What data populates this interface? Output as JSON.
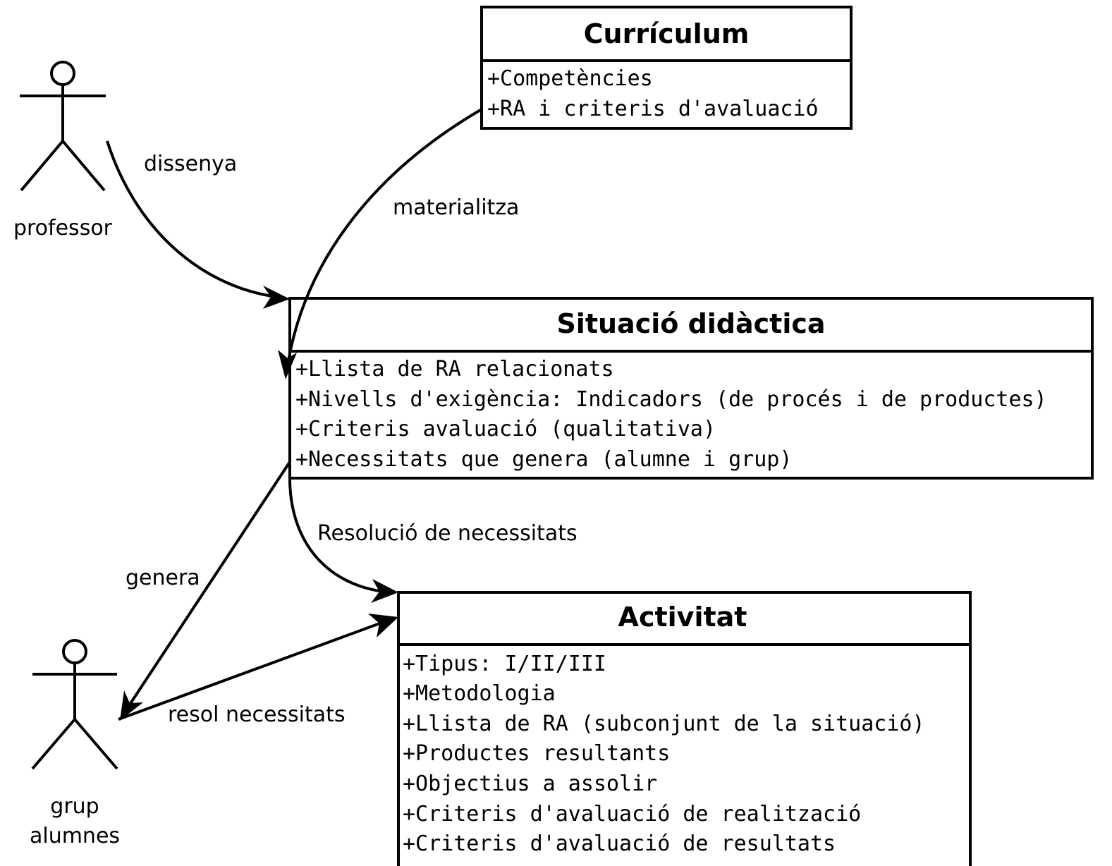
{
  "actors": {
    "professor": {
      "label": "professor"
    },
    "grup": {
      "label_line1": "grup",
      "label_line2": "alumnes"
    }
  },
  "classes": {
    "curriculum": {
      "title": "Currículum",
      "attributes": [
        "+Competències",
        "+RA i criteris d'avaluació"
      ]
    },
    "situacio": {
      "title": "Situació didàctica",
      "attributes": [
        "+Llista de RA relacionats",
        "+Nivells d'exigència: Indicadors (de procés i de productes)",
        "+Criteris avaluació (qualitativa)",
        "+Necessitats que genera (alumne i grup)"
      ]
    },
    "activitat": {
      "title": "Activitat",
      "attributes": [
        "+Tipus: I/II/III",
        "+Metodologia",
        "+Llista de RA (subconjunt de la situació)",
        "+Productes resultants",
        "+Objectius a assolir",
        "+Criteris d'avaluació de realització",
        "+Criteris d'avaluació de resultats"
      ]
    }
  },
  "relations": {
    "dissenya": "dissenya",
    "materialitza": "materialitza",
    "resolucio": "Resolució de necessitats",
    "genera": "genera",
    "resol": "resol necessitats"
  }
}
